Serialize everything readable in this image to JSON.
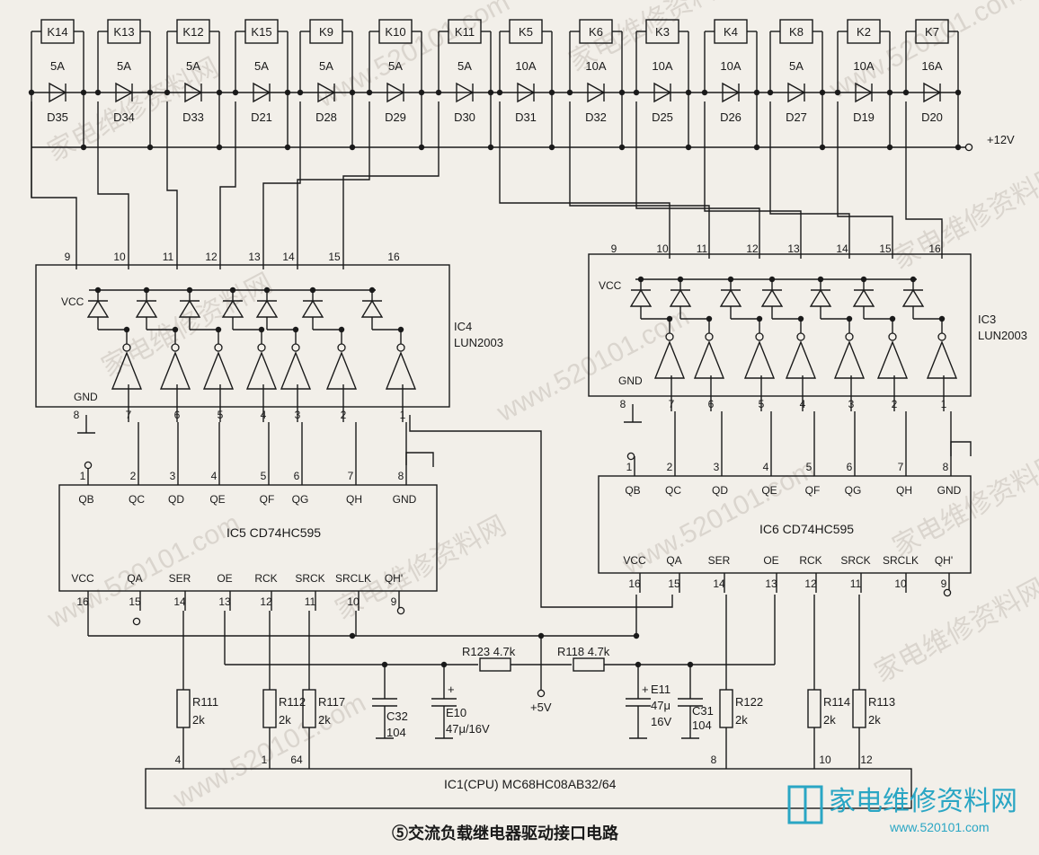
{
  "caption": "⑤交流负载继电器驱动接口电路",
  "logo_text": "家电维修资料网",
  "logo_url": "www.520101.com",
  "watermarks": [
    "家电维修资料网",
    "www.520101.com"
  ],
  "supply": {
    "plus12": "+12V",
    "plus5": "+5V"
  },
  "relays": [
    {
      "name": "K14",
      "current": "5A",
      "diode": "D35"
    },
    {
      "name": "K13",
      "current": "5A",
      "diode": "D34"
    },
    {
      "name": "K12",
      "current": "5A",
      "diode": "D33"
    },
    {
      "name": "K15",
      "current": "5A",
      "diode": "D21"
    },
    {
      "name": "K9",
      "current": "5A",
      "diode": "D28"
    },
    {
      "name": "K10",
      "current": "5A",
      "diode": "D29"
    },
    {
      "name": "K11",
      "current": "5A",
      "diode": "D30"
    },
    {
      "name": "K5",
      "current": "10A",
      "diode": "D31"
    },
    {
      "name": "K6",
      "current": "10A",
      "diode": "D32"
    },
    {
      "name": "K3",
      "current": "10A",
      "diode": "D25"
    },
    {
      "name": "K4",
      "current": "10A",
      "diode": "D26"
    },
    {
      "name": "K8",
      "current": "5A",
      "diode": "D27"
    },
    {
      "name": "K2",
      "current": "10A",
      "diode": "D19"
    },
    {
      "name": "K7",
      "current": "16A",
      "diode": "D20"
    }
  ],
  "ic4": {
    "name": "IC4",
    "part": "LUN2003",
    "vcc": "VCC",
    "gnd": "GND",
    "top_pins": [
      "9",
      "10",
      "11",
      "12",
      "13",
      "14",
      "15",
      "16"
    ],
    "bottom_pins": [
      "8",
      "7",
      "6",
      "5",
      "4",
      "3",
      "2",
      "1"
    ]
  },
  "ic3": {
    "name": "IC3",
    "part": "LUN2003",
    "vcc": "VCC",
    "gnd": "GND",
    "top_pins": [
      "9",
      "10",
      "11",
      "12",
      "13",
      "14",
      "15",
      "16"
    ],
    "bottom_pins": [
      "8",
      "7",
      "6",
      "5",
      "4",
      "3",
      "2",
      "1"
    ]
  },
  "ic5": {
    "label": "IC5  CD74HC595",
    "top": [
      [
        "1",
        "QB"
      ],
      [
        "2",
        "QC"
      ],
      [
        "3",
        "QD"
      ],
      [
        "4",
        "QE"
      ],
      [
        "5",
        "QF"
      ],
      [
        "6",
        "QG"
      ],
      [
        "7",
        "QH"
      ],
      [
        "8",
        "GND"
      ]
    ],
    "bottom": [
      [
        "16",
        "VCC"
      ],
      [
        "15",
        "QA"
      ],
      [
        "14",
        "SER"
      ],
      [
        "13",
        "OE"
      ],
      [
        "12",
        "RCK"
      ],
      [
        "11",
        "SRCK"
      ],
      [
        "10",
        "SRCLK"
      ],
      [
        "9",
        "QH'"
      ]
    ]
  },
  "ic6": {
    "label": "IC6  CD74HC595",
    "top": [
      [
        "1",
        "QB"
      ],
      [
        "2",
        "QC"
      ],
      [
        "3",
        "QD"
      ],
      [
        "4",
        "QE"
      ],
      [
        "5",
        "QF"
      ],
      [
        "6",
        "QG"
      ],
      [
        "7",
        "QH"
      ],
      [
        "8",
        "GND"
      ]
    ],
    "bottom": [
      [
        "16",
        "VCC"
      ],
      [
        "15",
        "QA"
      ],
      [
        "14",
        "SER"
      ],
      [
        "13",
        "OE"
      ],
      [
        "12",
        "RCK"
      ],
      [
        "11",
        "SRCK"
      ],
      [
        "10",
        "SRCLK"
      ],
      [
        "9",
        "QH'"
      ]
    ]
  },
  "ic1": {
    "label": "IC1(CPU)  MC68HC08AB32/64",
    "pins": [
      "4",
      "1",
      "64",
      "8",
      "10",
      "12"
    ]
  },
  "resistors": [
    {
      "name": "R111",
      "value": "2k"
    },
    {
      "name": "R112",
      "value": "2k"
    },
    {
      "name": "R117",
      "value": "2k"
    },
    {
      "name": "R122",
      "value": "2k"
    },
    {
      "name": "R114",
      "value": "2k"
    },
    {
      "name": "R113",
      "value": "2k"
    },
    {
      "name": "R123",
      "value": "4.7k"
    },
    {
      "name": "R118",
      "value": "4.7k"
    }
  ],
  "capacitors": [
    {
      "name": "C32",
      "value": "104"
    },
    {
      "name": "E10",
      "value": "47μ/16V"
    },
    {
      "name": "E11",
      "value": "47μ",
      "rating": "16V"
    },
    {
      "name": "C31",
      "value": "104"
    }
  ]
}
